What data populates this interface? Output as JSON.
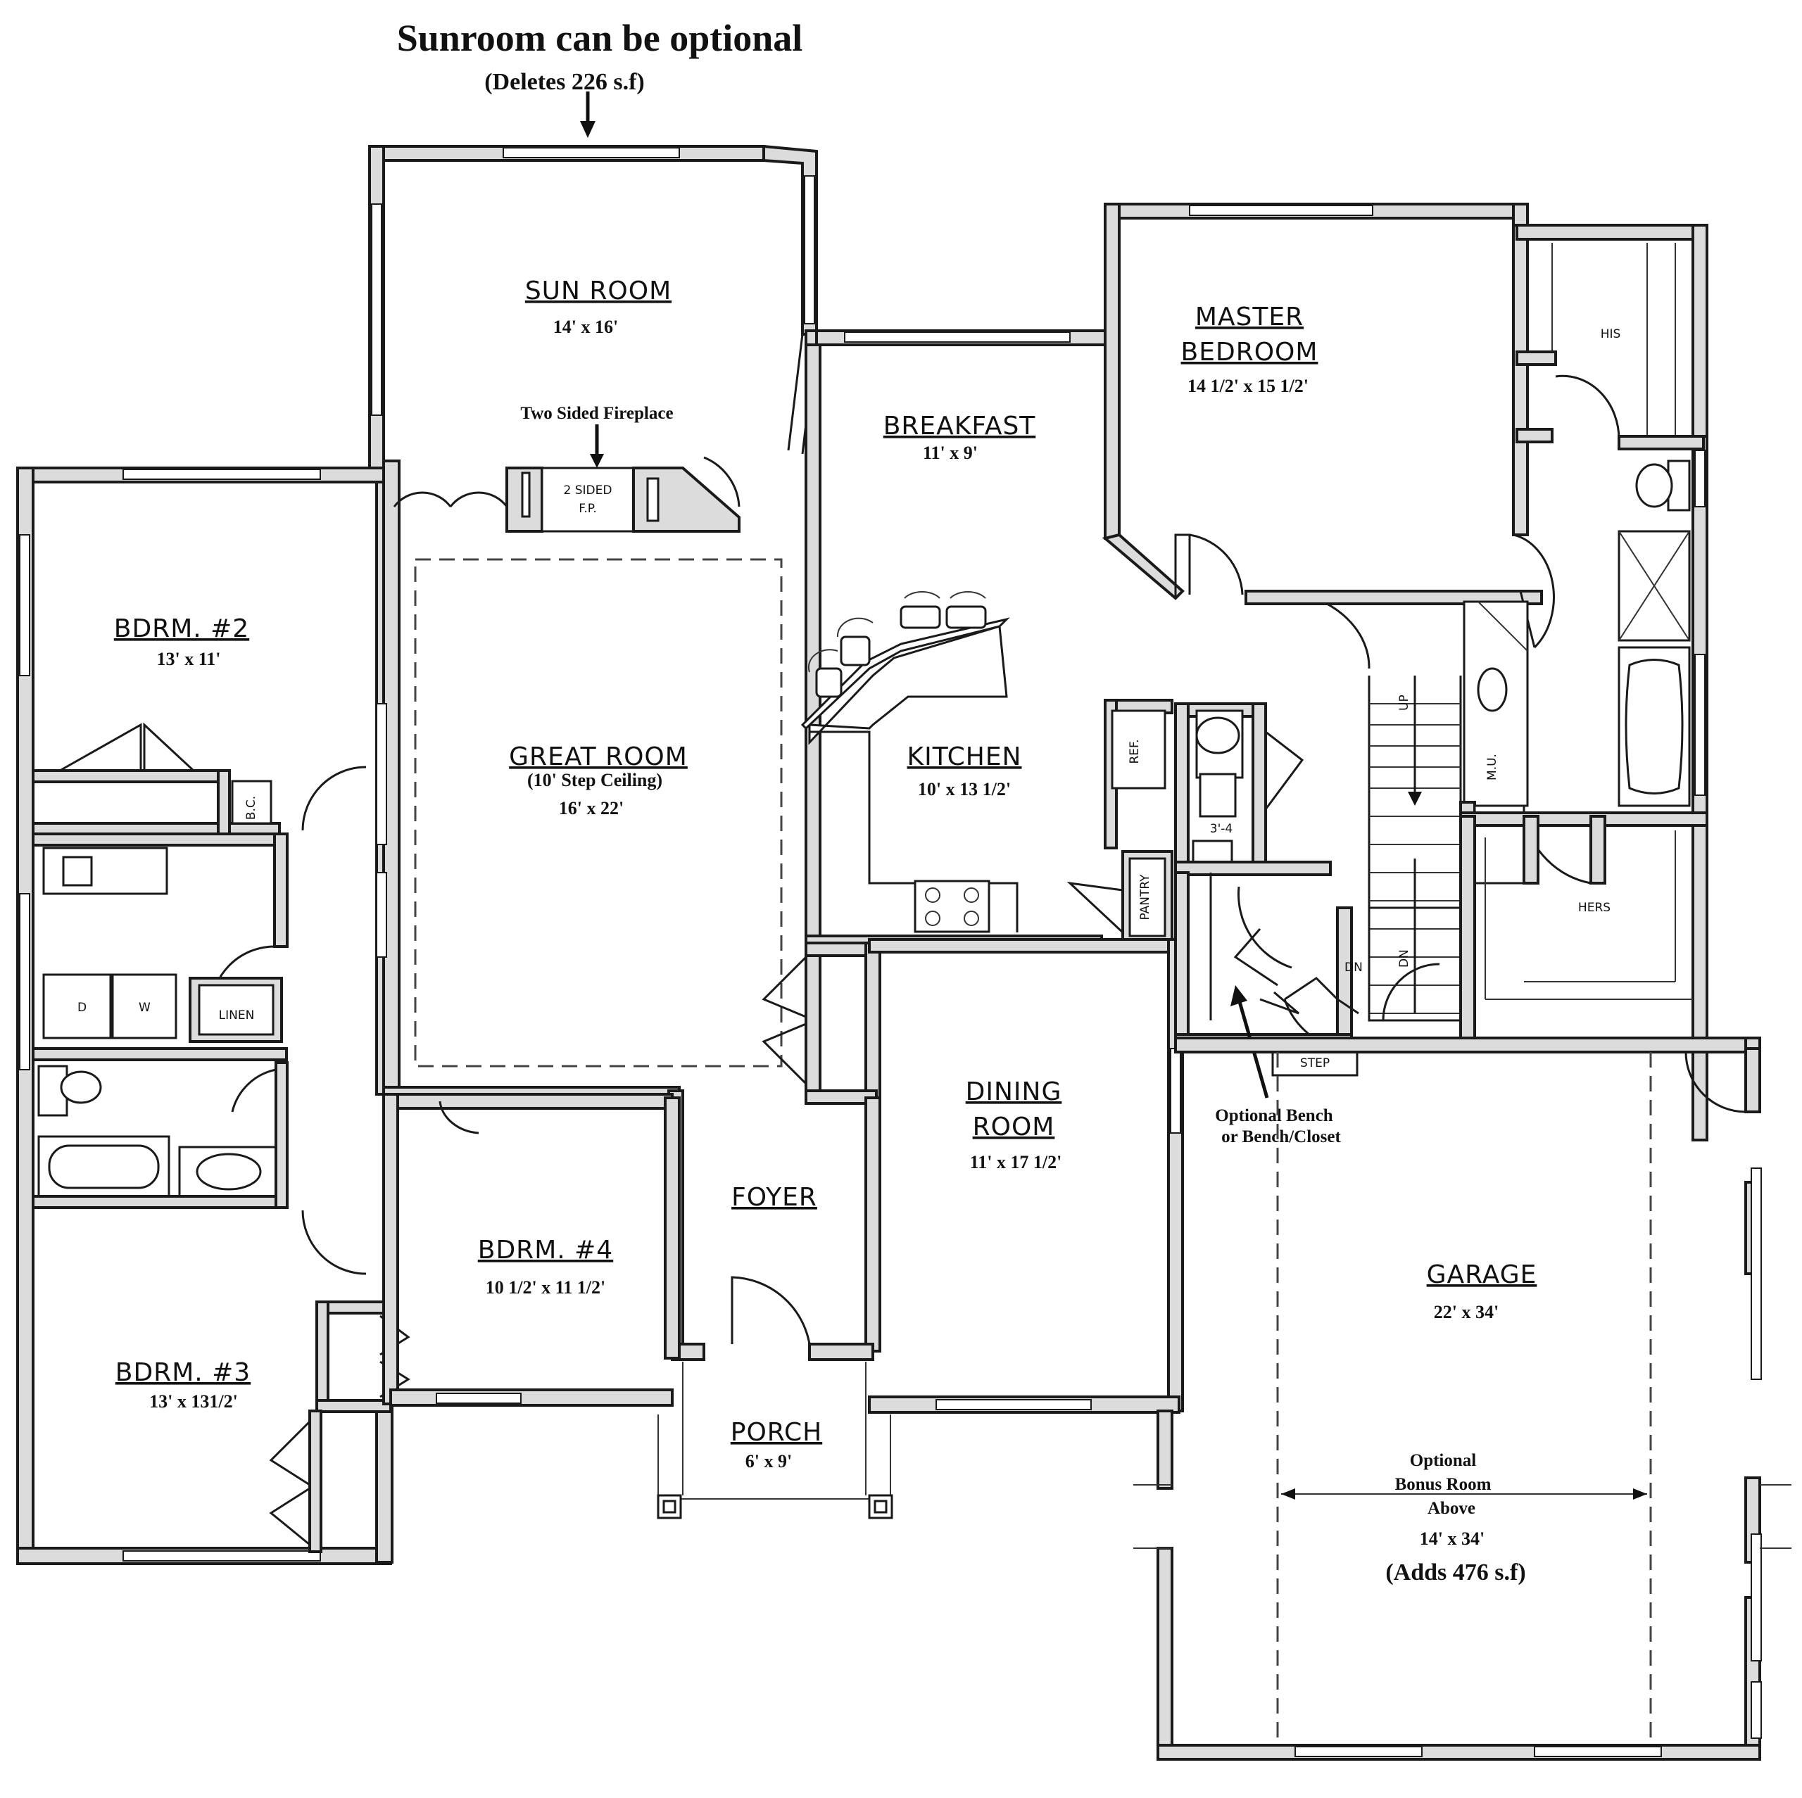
{
  "header": {
    "title": "Sunroom can be optional",
    "subtitle": "(Deletes 226 s.f)"
  },
  "rooms": {
    "sunroom": {
      "name": "SUN ROOM",
      "size": "14' x 16'"
    },
    "breakfast": {
      "name": "BREAKFAST",
      "size": "11' x 9'"
    },
    "master": {
      "name_line1": "MASTER",
      "name_line2": "BEDROOM",
      "size": "14 1/2' x 15 1/2'"
    },
    "bdrm2": {
      "name": "BDRM. #2",
      "size": "13' x 11'"
    },
    "great": {
      "name": "GREAT ROOM",
      "note": "(10' Step Ceiling)",
      "size": "16' x 22'"
    },
    "kitchen": {
      "name": "KITCHEN",
      "size": "10' x 13 1/2'"
    },
    "dining": {
      "name_line1": "DINING",
      "name_line2": "ROOM",
      "size": "11' x 17 1/2'"
    },
    "foyer": {
      "name": "FOYER"
    },
    "bdrm4": {
      "name": "BDRM. #4",
      "size": "10 1/2' x 11 1/2'"
    },
    "bdrm3": {
      "name": "BDRM. #3",
      "size": "13' x 131/2'"
    },
    "porch": {
      "name": "PORCH",
      "size": "6' x 9'"
    },
    "garage": {
      "name": "GARAGE",
      "size": "22' x 34'"
    }
  },
  "labels": {
    "fireplace_note": "Two Sided Fireplace",
    "fireplace_line1": "2 SIDED",
    "fireplace_line2": "F.P.",
    "his": "HIS",
    "hers": "HERS",
    "ref": "REF.",
    "pantry": "PANTRY",
    "linen": "LINEN",
    "bc": "B.C.",
    "washer": "W",
    "dryer": "D",
    "mu": "M.U.",
    "step": "STEP",
    "up": "UP",
    "dn": "DN",
    "dn2": "DN",
    "half_bath": "3'-4",
    "bench_line1": "Optional Bench",
    "bench_line2": "or Bench/Closet",
    "bonus_line1": "Optional",
    "bonus_line2": "Bonus Room",
    "bonus_line3": "Above",
    "bonus_size": "14' x 34'",
    "bonus_adds": "(Adds 476 s.f)"
  },
  "colors": {
    "wall_fill": "#dcdcdc",
    "line": "#1a1a1a",
    "background": "#ffffff"
  }
}
